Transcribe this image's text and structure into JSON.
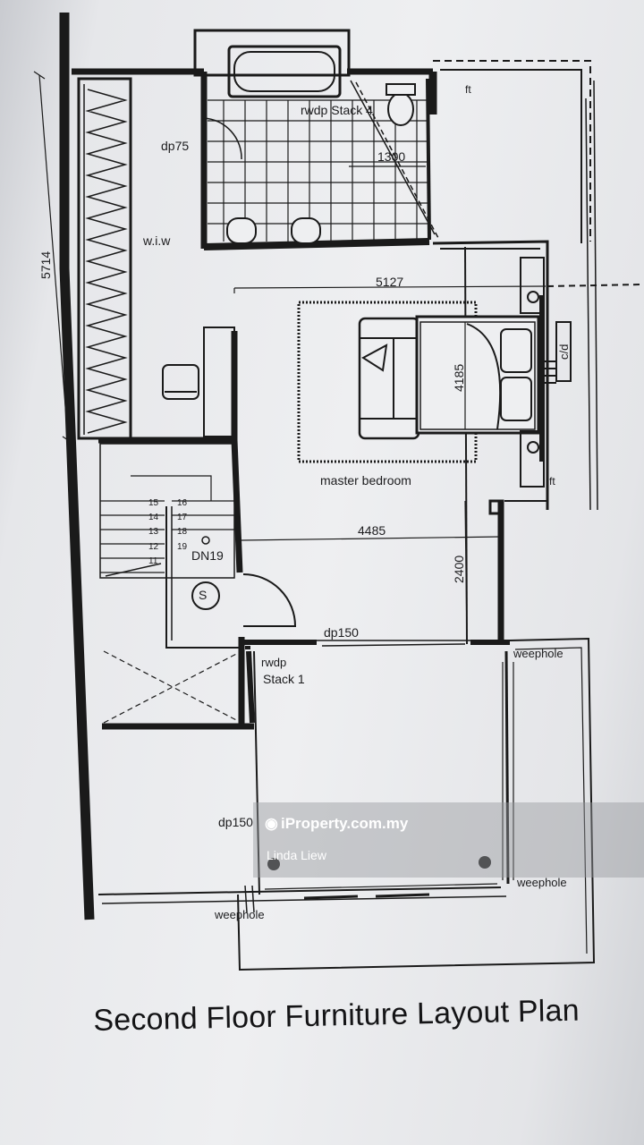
{
  "plan": {
    "title": "Second Floor Furniture Layout Plan",
    "labels": {
      "wiw": "w.i.w",
      "dp75": "dp75",
      "rwdp_stack4": "rwdp  Stack 4",
      "ft_top": "ft",
      "ft_right": "ft",
      "cd": "c/d",
      "master_bedroom": "master bedroom",
      "dn19": "DN19",
      "dp150_door": "dp150",
      "rwdp_stack1_a": "rwdp",
      "rwdp_stack1_b": "Stack 1",
      "weephole_top": "weephole",
      "weephole_right": "weephole",
      "weephole_bottom": "weephole",
      "dp150_balcony": "dp150",
      "service": "S"
    },
    "dimensions": {
      "d5714": "5714",
      "d1300": "1300",
      "d5127": "5127",
      "d4185": "4185",
      "d4485": "4485",
      "d2400": "2400"
    },
    "stair_steps": {
      "left": [
        "15",
        "14",
        "13",
        "12",
        "11"
      ],
      "right": [
        "16",
        "17",
        "18",
        "19"
      ]
    }
  },
  "watermark": {
    "site": "iProperty.com.my",
    "agent": "Linda Liew"
  }
}
